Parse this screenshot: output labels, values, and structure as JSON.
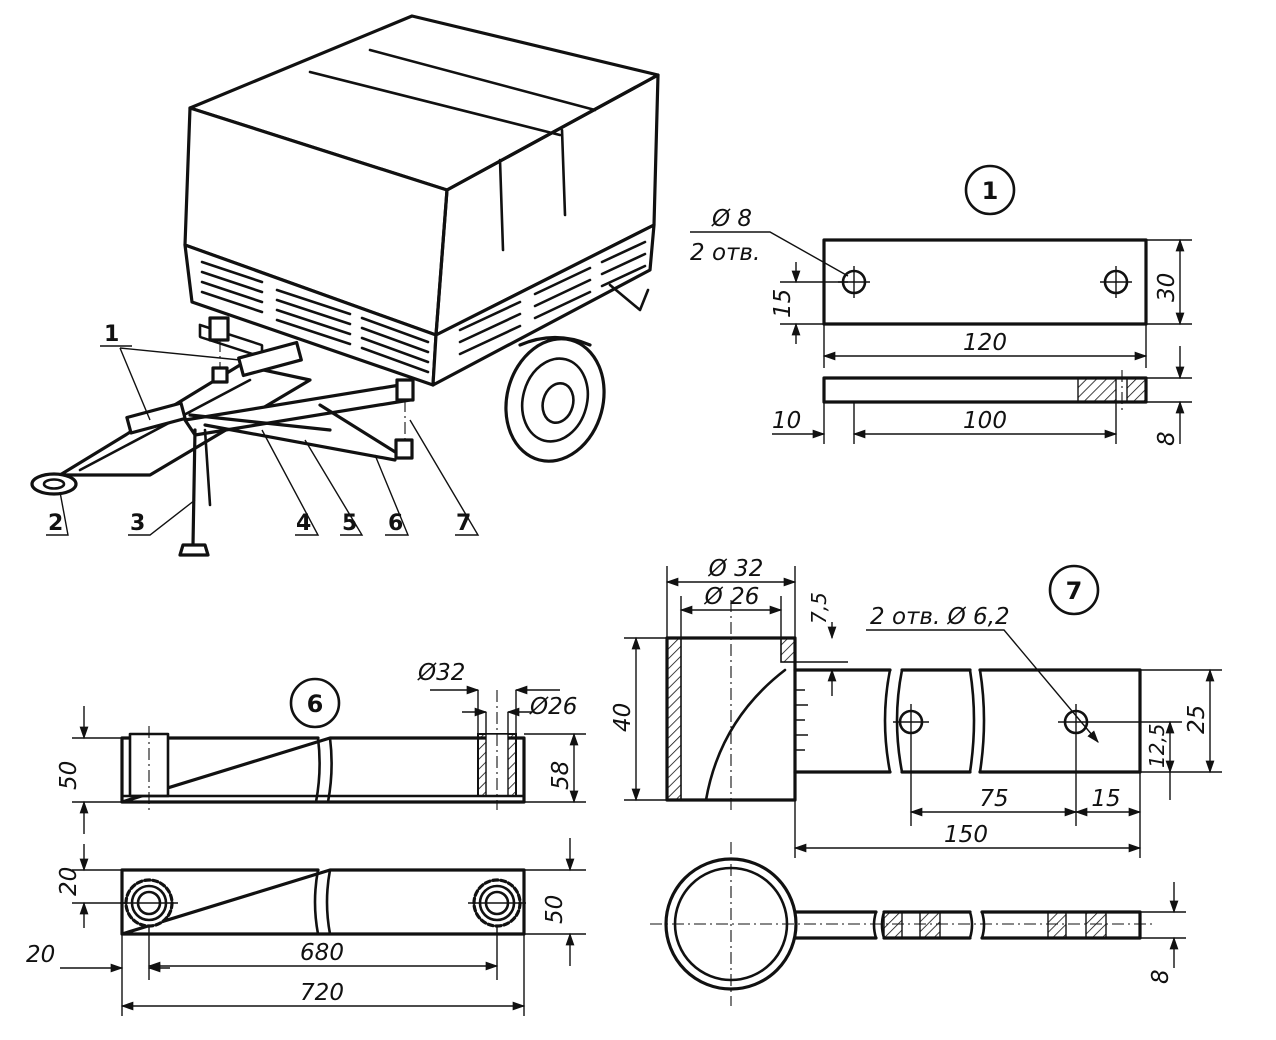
{
  "callouts": {
    "p1": "1",
    "p2": "2",
    "p3": "3",
    "p4": "4",
    "p5": "5",
    "p6": "6",
    "p7": "7"
  },
  "detail_1": {
    "number": "1",
    "hole_diameter": "Ø 8",
    "hole_count": "2 отв.",
    "dim_15": "15",
    "dim_30": "30",
    "dim_120": "120",
    "dim_10": "10",
    "dim_100": "100",
    "dim_8": "8"
  },
  "detail_6": {
    "number": "6",
    "dim_d32": "Ø32",
    "dim_d26": "Ø26",
    "dim_50_left": "50",
    "dim_58": "58",
    "dim_20_top": "20",
    "dim_20_bottom": "20",
    "dim_50_right": "50",
    "dim_680": "680",
    "dim_720": "720"
  },
  "detail_7": {
    "number": "7",
    "dim_d32": "Ø 32",
    "dim_d26": "Ø 26",
    "dim_7_5": "7,5",
    "dim_40": "40",
    "holes_note": "2 отв. Ø 6,2",
    "dim_25": "25",
    "dim_12_5": "12,5",
    "dim_75": "75",
    "dim_15": "15",
    "dim_150": "150",
    "dim_8": "8"
  }
}
